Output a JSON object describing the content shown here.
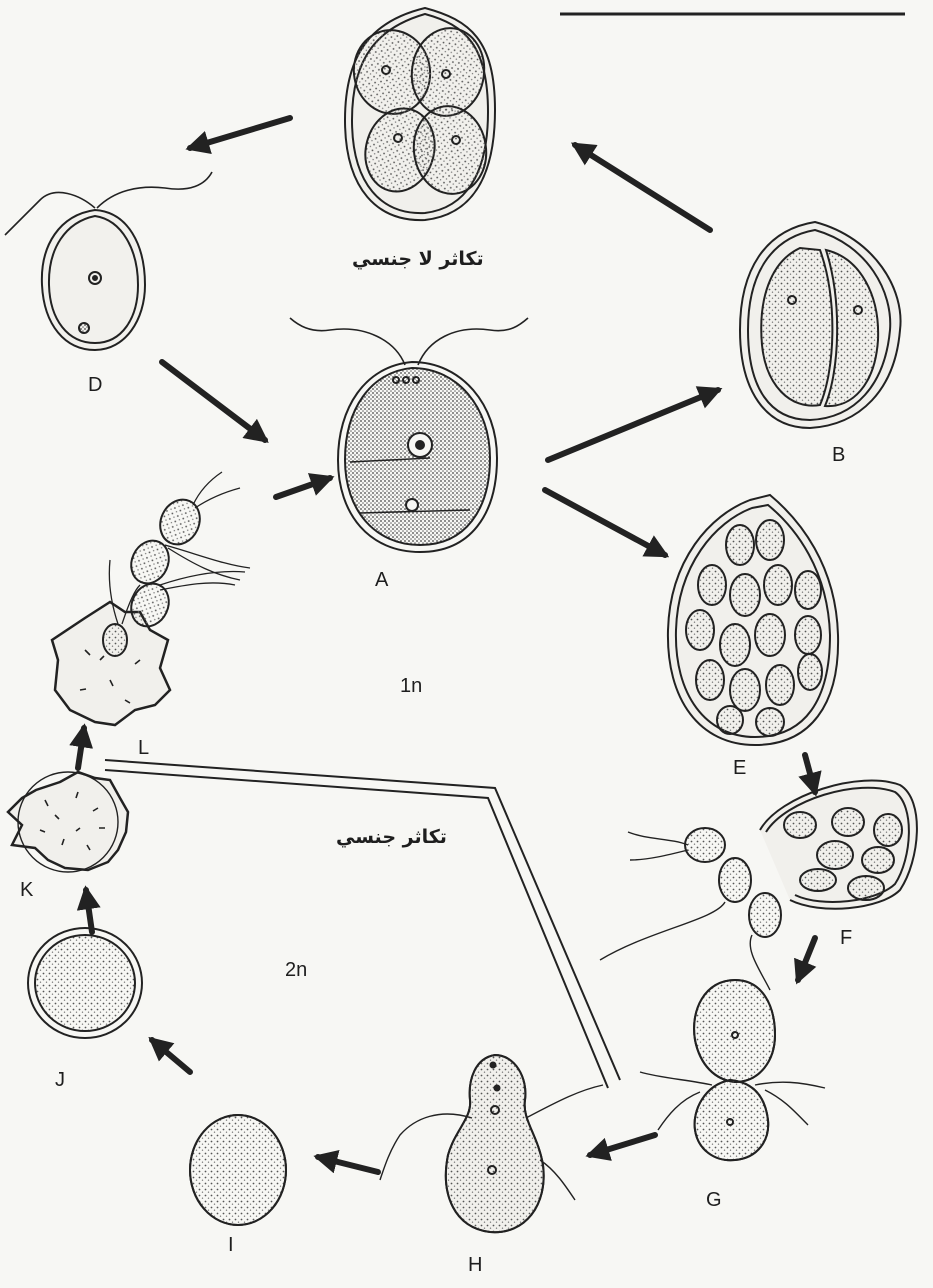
{
  "labels": {
    "asexual": "تكاثر لا جنسي",
    "sexual": "تكاثر جنسي",
    "haploid": "1n",
    "diploid": "2n",
    "A": "A",
    "B": "B",
    "D": "D",
    "E": "E",
    "F": "F",
    "G": "G",
    "H": "H",
    "I": "I",
    "J": "J",
    "K": "K",
    "L": "L"
  },
  "colors": {
    "ink": "#1e1e1e",
    "paper": "#f7f7f4",
    "cell_fill": "#ecebe6"
  }
}
